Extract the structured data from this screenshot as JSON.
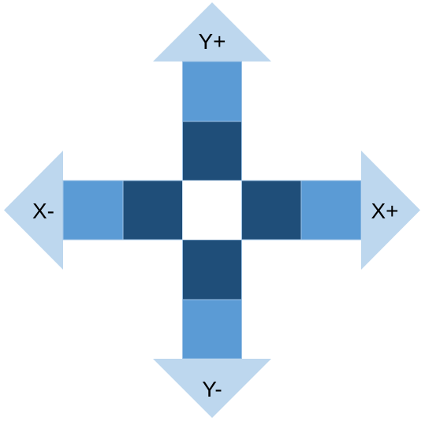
{
  "colors": {
    "arrow_head": "#BDD7EE",
    "outer_block": "#5B9BD5",
    "inner_block": "#1F4E79",
    "center_block": "#FFFFFF",
    "block_border": "#9DC3E6",
    "label": "#000000"
  },
  "directions": {
    "y_plus": {
      "label": "Y+",
      "icon": "arrow-up-icon"
    },
    "y_minus": {
      "label": "Y-",
      "icon": "arrow-down-icon"
    },
    "x_plus": {
      "label": "X+",
      "icon": "arrow-right-icon"
    },
    "x_minus": {
      "label": "X-",
      "icon": "arrow-left-icon"
    }
  }
}
